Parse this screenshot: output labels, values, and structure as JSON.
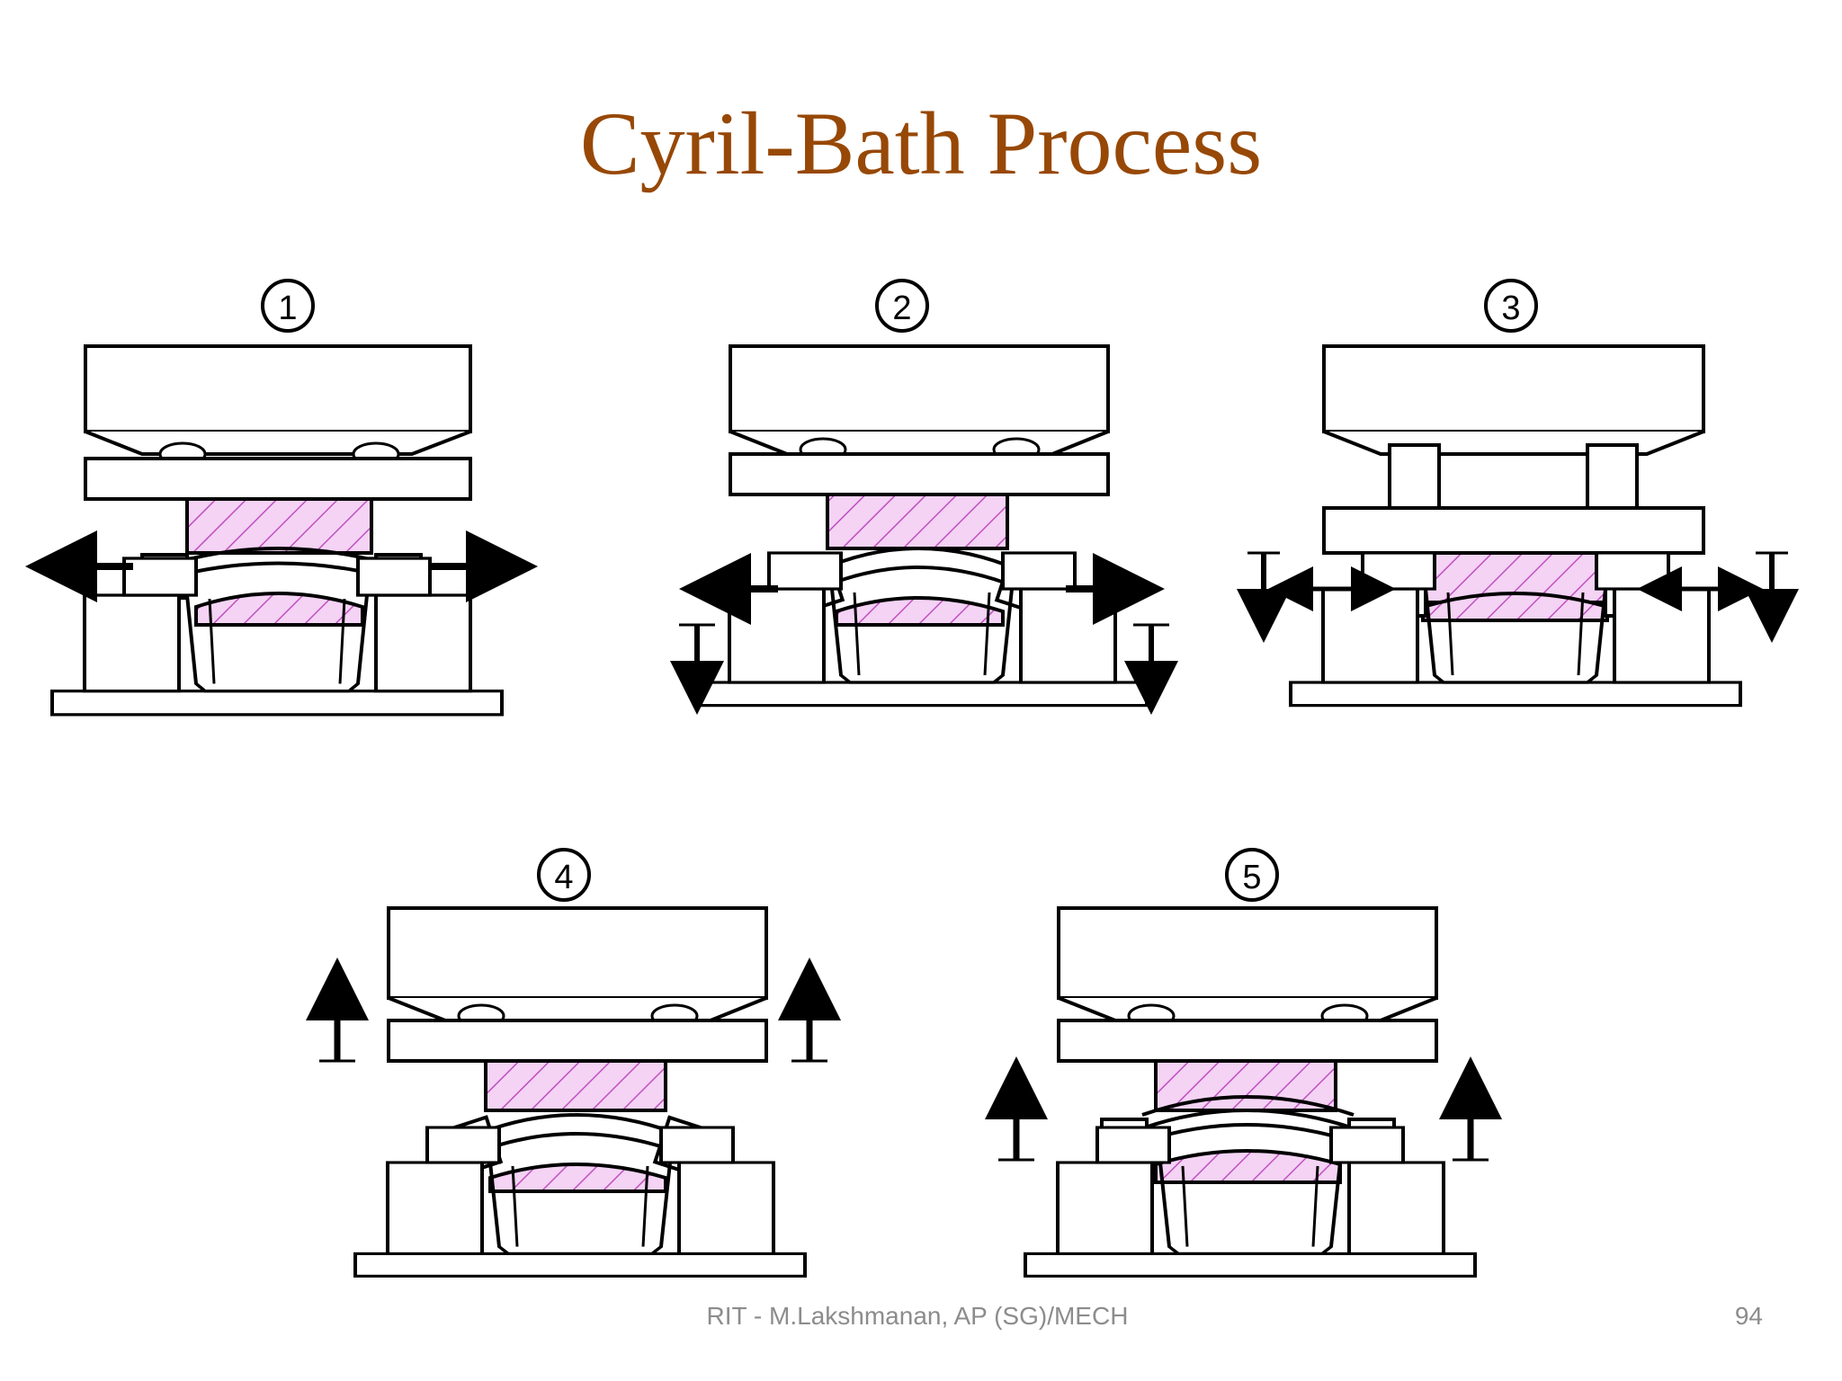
{
  "slide": {
    "title": "Cyril-Bath Process",
    "footer": "RIT - M.Lakshmanan, AP (SG)/MECH",
    "page_number": "94"
  },
  "stages": [
    {
      "label": "1",
      "motion": "jaws-outward"
    },
    {
      "label": "2",
      "motion": "jaws-outward-bed-down"
    },
    {
      "label": "3",
      "motion": "jaws-bidirectional-bed-down"
    },
    {
      "label": "4",
      "motion": "bed-up"
    },
    {
      "label": "5",
      "motion": "bed-up"
    }
  ],
  "colors": {
    "title": "#974806",
    "part_fill": "#f4d3f4",
    "hatch": "#c050c0",
    "outline": "#000000",
    "footer": "#8c8c8c"
  }
}
